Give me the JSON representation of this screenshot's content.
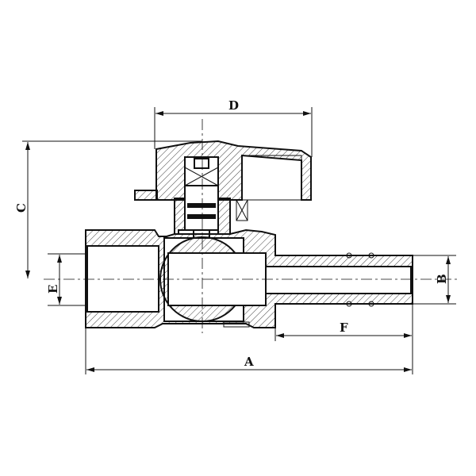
{
  "dimensions": {
    "A": "A",
    "B": "B",
    "C": "C",
    "D": "D",
    "E": "E",
    "F": "F"
  },
  "colors": {
    "line": "#111111",
    "background": "#ffffff"
  }
}
